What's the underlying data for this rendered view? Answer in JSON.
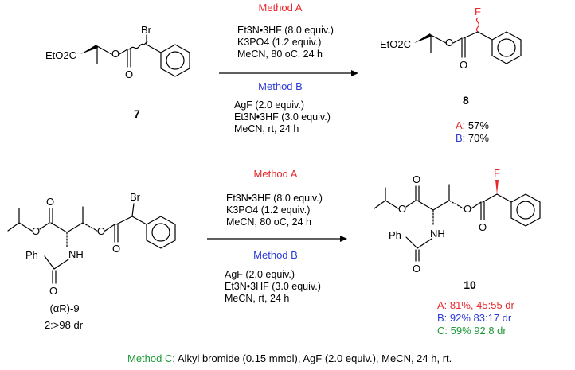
{
  "colors": {
    "red": "#e8262a",
    "blue": "#2b3bd6",
    "green": "#1f9a3a",
    "black": "#000000"
  },
  "scheme1": {
    "method_a_title": "Method A",
    "method_a_lines": [
      "Et3N•3HF (8.0 equiv.)",
      "K3PO4 (1.2 equiv.)",
      "MeCN, 80 oC, 24 h"
    ],
    "method_b_title": "Method B",
    "method_b_lines": [
      "AgF (2.0 equiv.)",
      "Et3N•3HF (3.0 equiv.)",
      "MeCN, rt, 24 h"
    ],
    "reactant_label": "7",
    "product_label": "8",
    "result_a_prefix": "A",
    "result_a_value": ": 57%",
    "result_b_prefix": "B",
    "result_b_value": ": 70%"
  },
  "scheme2": {
    "method_a_title": "Method A",
    "method_a_lines": [
      "Et3N•3HF (8.0 equiv.)",
      "K3PO4 (1.2 equiv.)",
      "MeCN, 80 oC, 24 h"
    ],
    "method_b_title": "Method B",
    "method_b_lines": [
      "AgF (2.0 equiv.)",
      "Et3N•3HF (3.0 equiv.)",
      "MeCN, rt, 24 h"
    ],
    "reactant_label": "(αR)-9",
    "reactant_dr": "2:>98  dr",
    "product_label": "10",
    "results": [
      {
        "method": "A",
        "text": ": 81%, 45:55 dr"
      },
      {
        "method": "B",
        "text": ": 92%  83:17 dr"
      },
      {
        "method": "C",
        "text": ": 59%  92:8 dr"
      }
    ]
  },
  "atoms": {
    "br": "Br",
    "f": "F",
    "o": "O",
    "eto2c": "EtO2C",
    "ph": "Ph",
    "nh": "NH"
  },
  "method_c": {
    "label": "Method C",
    "text": ": Alkyl bromide (0.15 mmol), AgF (2.0 equiv.), MeCN, 24 h, rt."
  }
}
